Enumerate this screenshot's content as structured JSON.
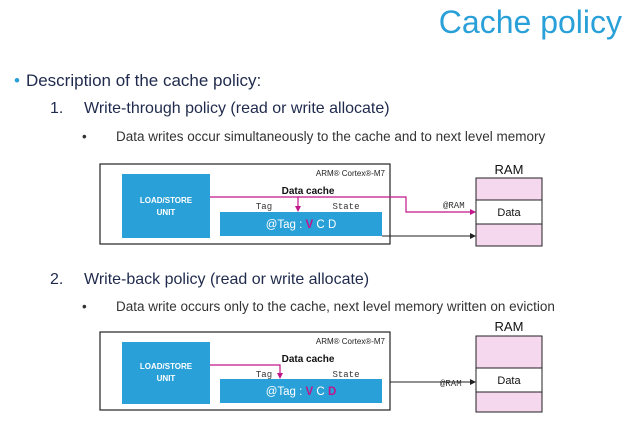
{
  "title": "Cache policy",
  "description": "Description of the cache policy:",
  "policies": [
    {
      "number": "1.",
      "label": "Write-through policy (read or write allocate)",
      "detail": "Data writes occur simultaneously to the cache and to next level memory",
      "diagram": {
        "core": "ARM® Cortex®-M7",
        "unit_line1": "LOAD/STORE",
        "unit_line2": "UNIT",
        "cache_title": "Data cache",
        "tag_label": "Tag",
        "state_label": "State",
        "entry_prefix": "@Tag : ",
        "bit_v": "V",
        "bit_c": "C",
        "bit_d": "D",
        "ram_title": "RAM",
        "ram_data": "Data",
        "address": "@RAM"
      }
    },
    {
      "number": "2.",
      "label": "Write-back policy (read or write allocate)",
      "detail": "Data write occurs only to the cache, next level memory written on eviction",
      "diagram": {
        "core": "ARM® Cortex®-M7",
        "unit_line1": "LOAD/STORE",
        "unit_line2": "UNIT",
        "cache_title": "Data cache",
        "tag_label": "Tag",
        "state_label": "State",
        "entry_prefix": "@Tag : ",
        "bit_v": "V",
        "bit_c": "C",
        "bit_d": "D",
        "ram_title": "RAM",
        "ram_data": "Data",
        "address": "@RAM"
      }
    }
  ],
  "colors": {
    "accent": "#2aa0d8",
    "magenta": "#c0168a",
    "ram_fill": "#f5d7ee"
  }
}
